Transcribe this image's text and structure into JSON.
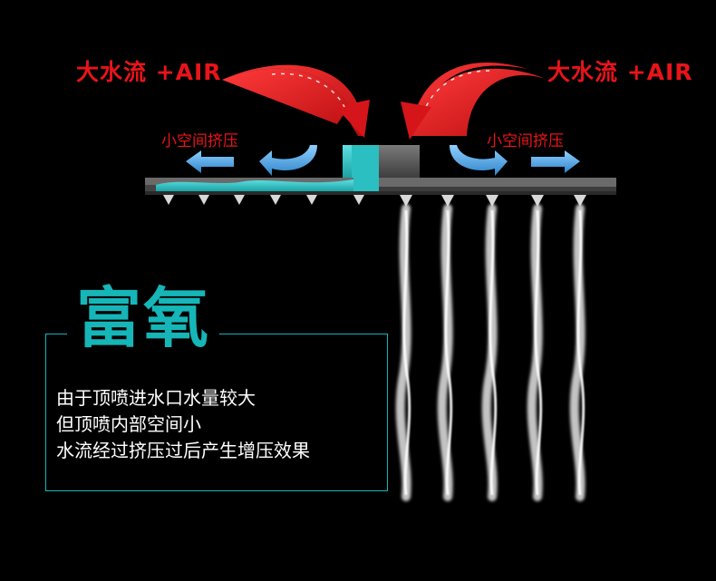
{
  "labels": {
    "flow_left": "大水流 +AIR",
    "flow_right": "大水流 +AIR",
    "pressure_left": "小空间挤压",
    "pressure_right": "小空间挤压"
  },
  "title": "富氧",
  "description": [
    "由于顶喷进水口水量较大",
    "但顶喷内部空间小",
    "水流经过挤压过后产生增压效果"
  ],
  "colors": {
    "background": "#000000",
    "accent_red": "#e8141a",
    "accent_teal": "#16b6b8",
    "arrow_blue": "#3a9fe0",
    "text_white": "#ffffff"
  }
}
